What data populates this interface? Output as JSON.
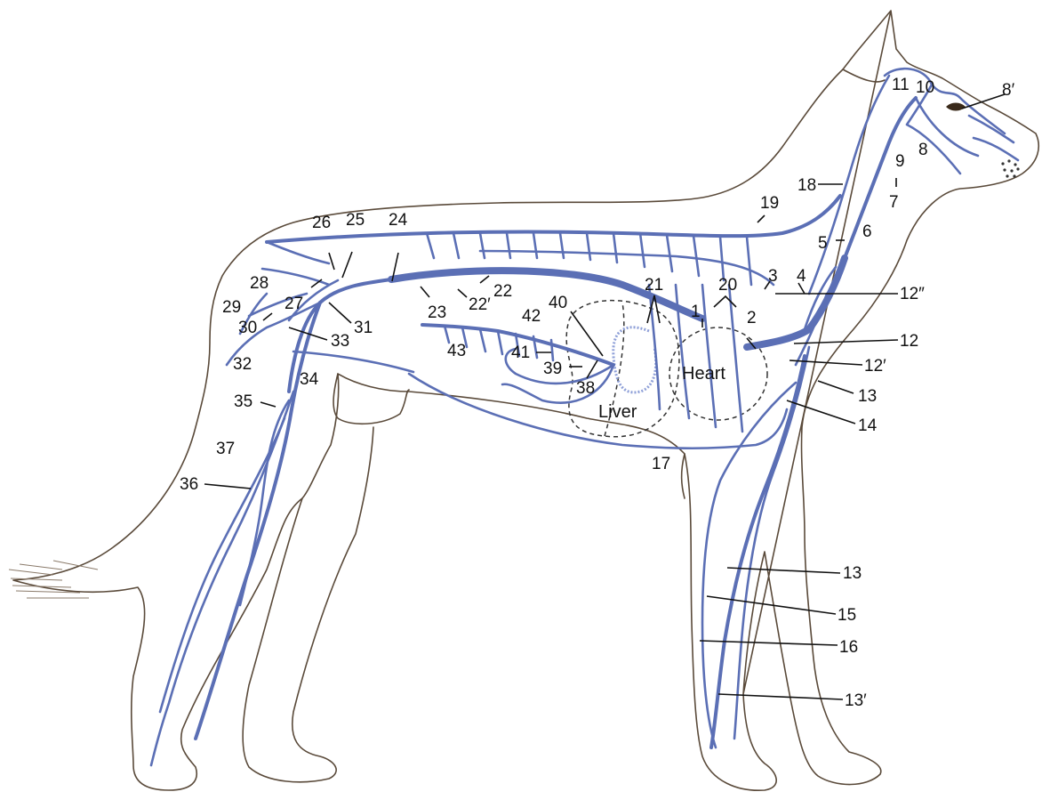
{
  "colors": {
    "vein": "#5b6fb5",
    "outline": "#5a4a3a",
    "label": "#111111"
  },
  "organs": {
    "heart": "Heart",
    "liver": "Liver"
  },
  "labels": {
    "l1": "1",
    "l2": "2",
    "l3": "3",
    "l4": "4",
    "l5": "5",
    "l6": "6",
    "l7": "7",
    "l8": "8",
    "l8p": "8′",
    "l9": "9",
    "l10": "10",
    "l11": "11",
    "l12": "12",
    "l12p": "12′",
    "l12pp": "12″",
    "l13a": "13",
    "l13b": "13",
    "l13p": "13′",
    "l14": "14",
    "l15": "15",
    "l16": "16",
    "l17": "17",
    "l18": "18",
    "l19": "19",
    "l20": "20",
    "l21": "21",
    "l22": "22",
    "l22p": "22′",
    "l23": "23",
    "l24": "24",
    "l25": "25",
    "l26": "26",
    "l27": "27",
    "l28": "28",
    "l29": "29",
    "l30": "30",
    "l31": "31",
    "l32": "32",
    "l33": "33",
    "l34": "34",
    "l35": "35",
    "l36": "36",
    "l37": "37",
    "l38": "38",
    "l39": "39",
    "l40": "40",
    "l41": "41",
    "l42": "42",
    "l43": "43"
  }
}
